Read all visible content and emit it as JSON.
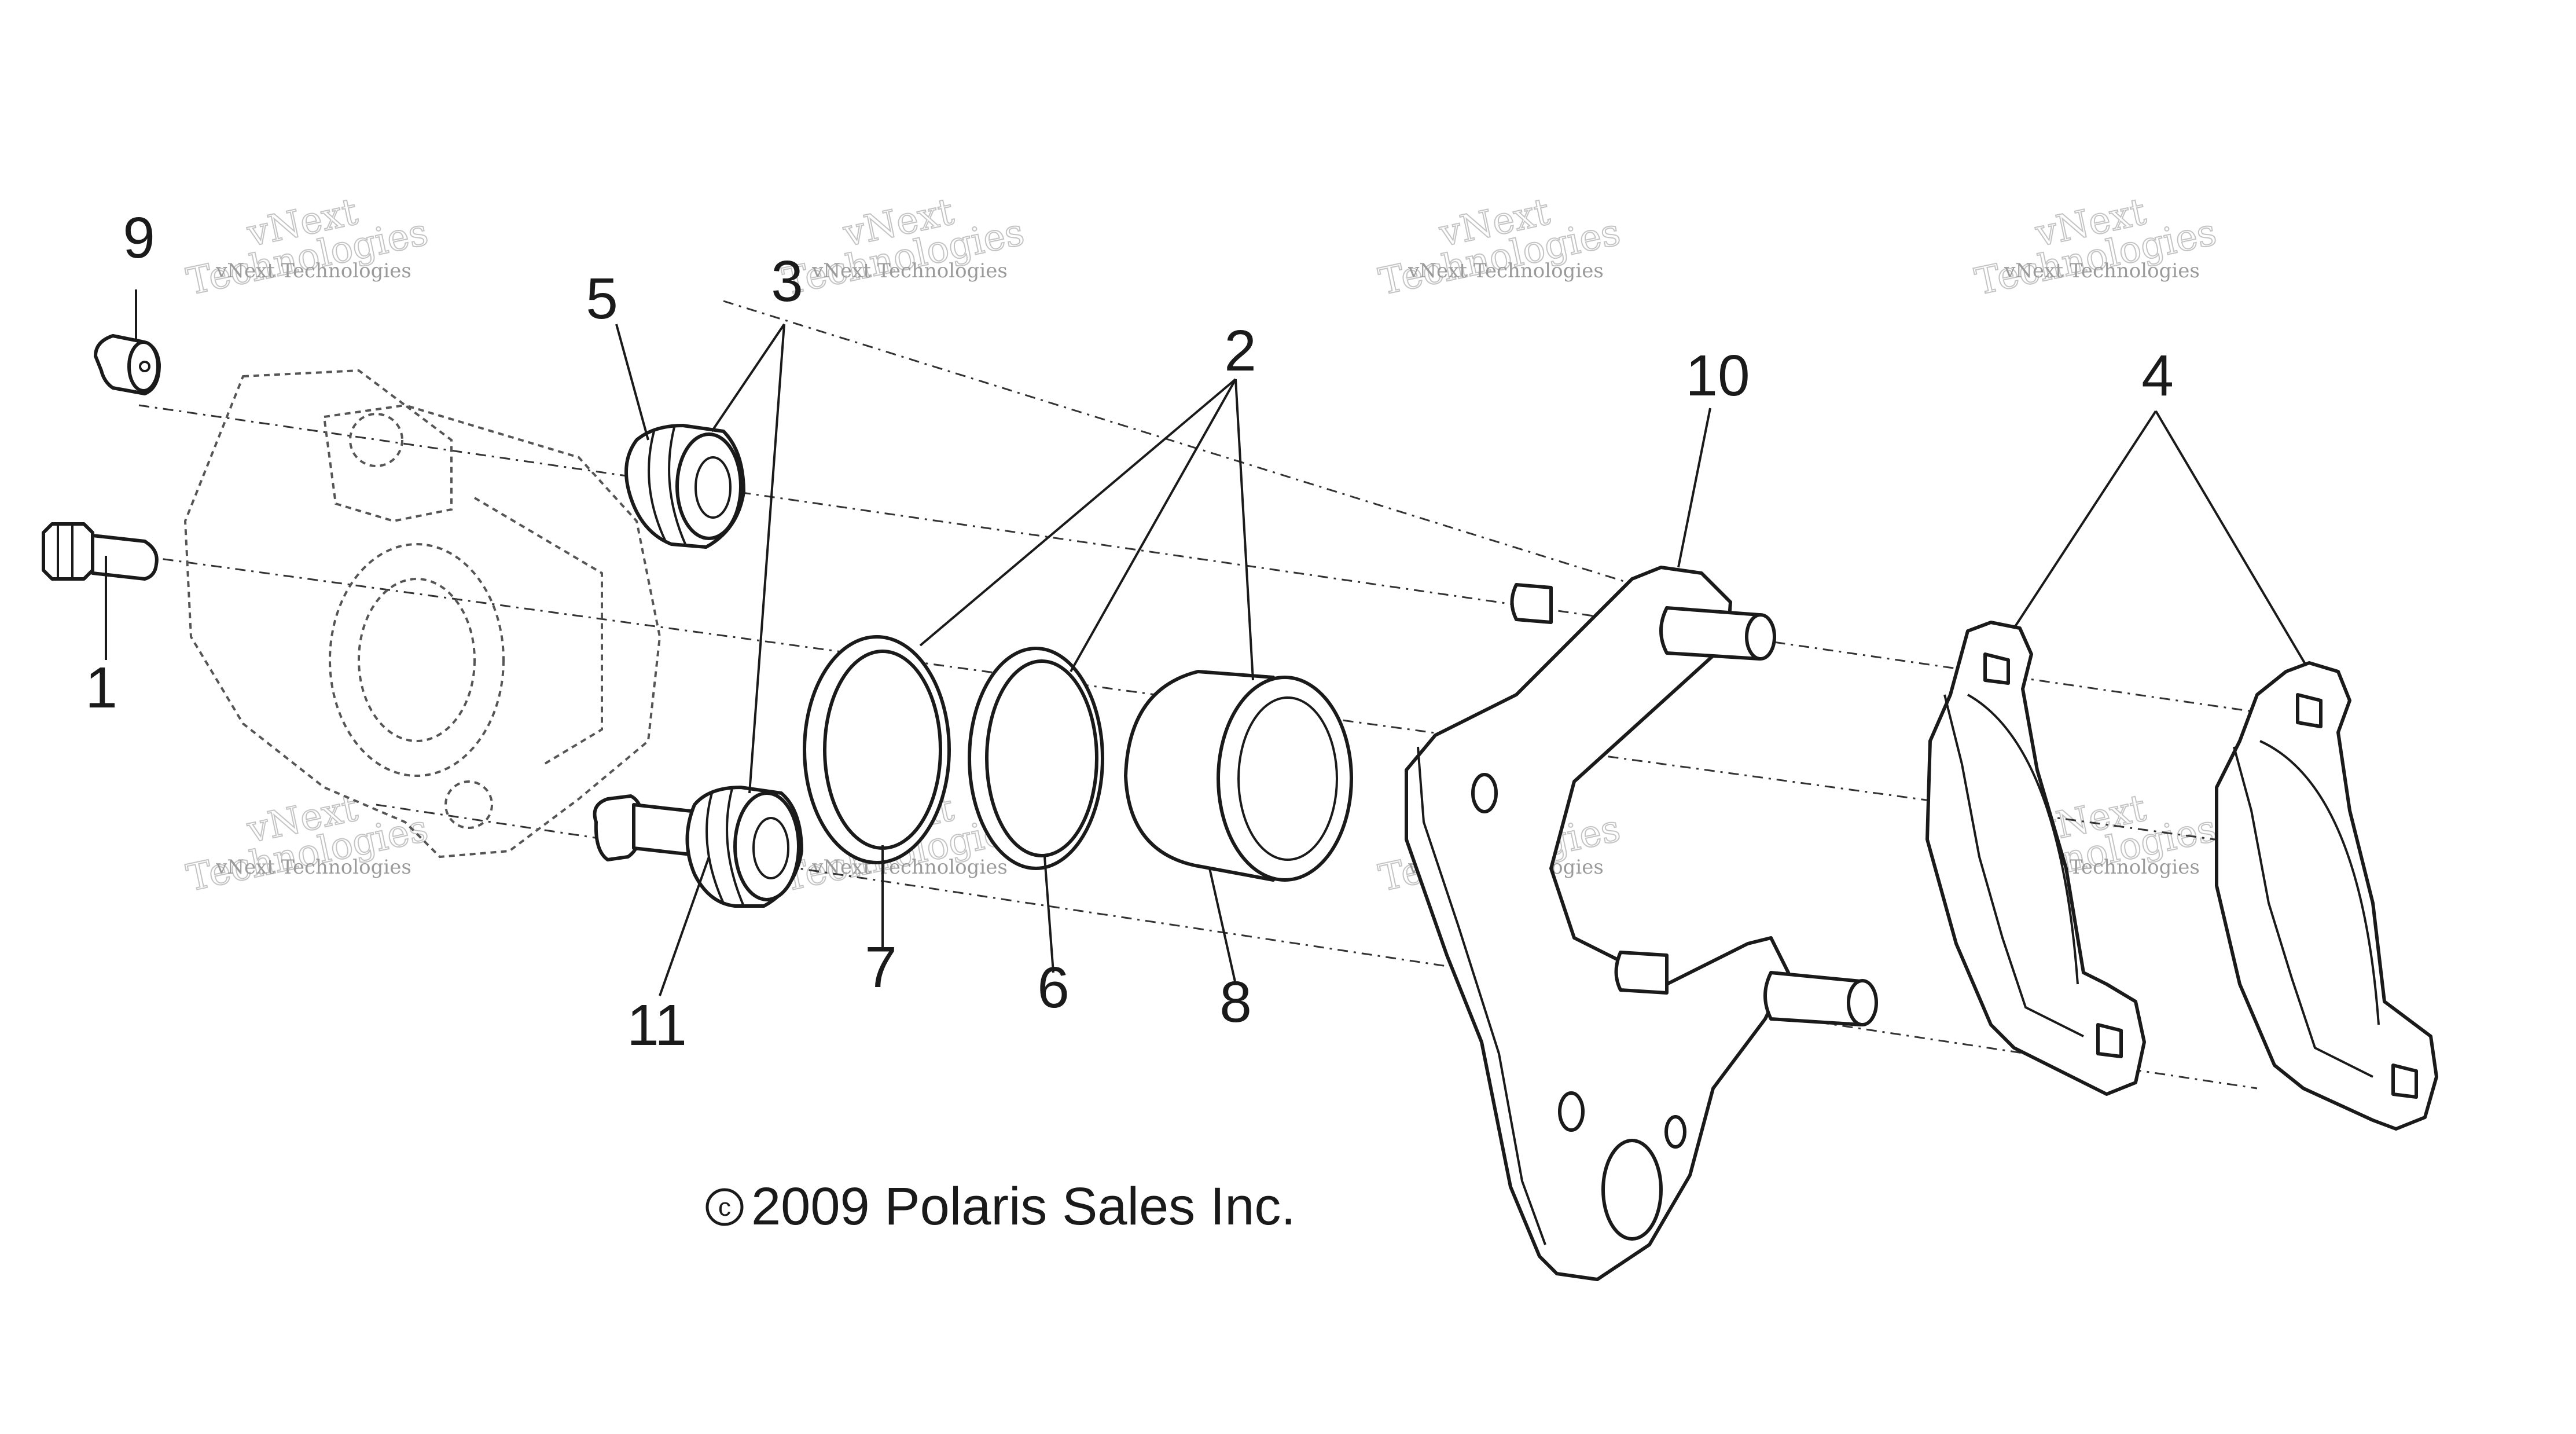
{
  "callouts": [
    "9",
    "5",
    "3",
    "2",
    "10",
    "4",
    "1",
    "7",
    "6",
    "8",
    "11"
  ],
  "copyright": {
    "symbol": "c",
    "text": "2009 Polaris Sales Inc."
  },
  "watermark": {
    "line1": "vNext Technologies",
    "line2": "vNext",
    "line3": "Technologies"
  }
}
